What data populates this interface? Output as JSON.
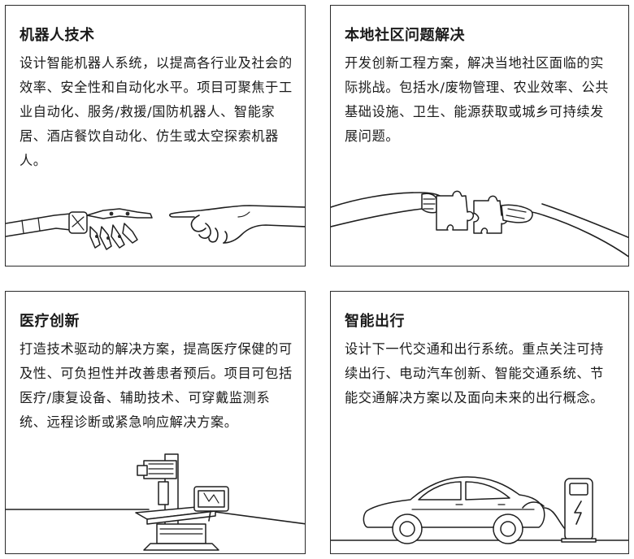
{
  "cards": [
    {
      "title": "机器人技术",
      "body": "设计智能机器人系统，以提高各行业及社会的效率、安全性和自动化水平。项目可聚焦于工业自动化、服务/救援/国防机器人、智能家居、酒店餐饮自动化、仿生或太空探索机器人。",
      "illustration": "robot-human-hands"
    },
    {
      "title": "本地社区问题解决",
      "body": "开发创新工程方案，解决当地社区面临的实际挑战。包括水/废物管理、农业效率、公共基础设施、卫生、能源获取或城乡可持续发展问题。",
      "illustration": "hands-puzzle-pieces"
    },
    {
      "title": "医疗创新",
      "body": "打造技术驱动的解决方案，提高医疗保健的可及性、可负担性并改善患者预后。项目可包括医疗/康复设备、辅助技术、可穿戴监测系统、远程诊断或紧急响应解决方案。",
      "illustration": "x-ray-machine"
    },
    {
      "title": "智能出行",
      "body": "设计下一代交通和出行系统。重点关注可持续出行、电动汽车创新、智能交通系统、节能交通解决方案以及面向未来的出行概念。",
      "illustration": "electric-car-charging"
    }
  ]
}
